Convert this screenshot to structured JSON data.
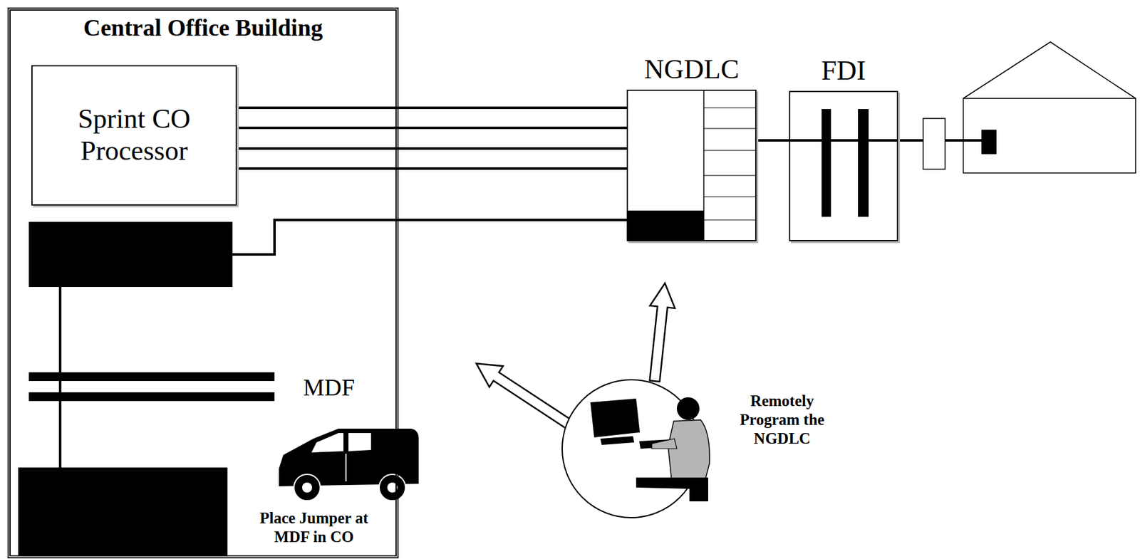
{
  "diagram": {
    "nodes": [
      {
        "text": [
          "Central Office Building"
        ]
      },
      {
        "text": [
          "Sprint CO Processor"
        ],
        "in": 0
      },
      {
        "text": [
          "NGDLC"
        ]
      },
      {
        "text": [
          "FDI"
        ]
      }
    ],
    "edges": [
      {
        "from": 1,
        "to": 2,
        "arrow": "none"
      },
      {
        "from": 1,
        "to": 2,
        "arrow": "none"
      },
      {
        "from": 1,
        "to": 2,
        "arrow": "none"
      },
      {
        "from": 1,
        "to": 2,
        "arrow": "none"
      },
      {
        "from": 2,
        "to": 3,
        "arrow": "none"
      }
    ],
    "labels": [
      "MDF",
      "Place Jumper at MDF in CO",
      "Remotely Program the NGDLC"
    ]
  }
}
